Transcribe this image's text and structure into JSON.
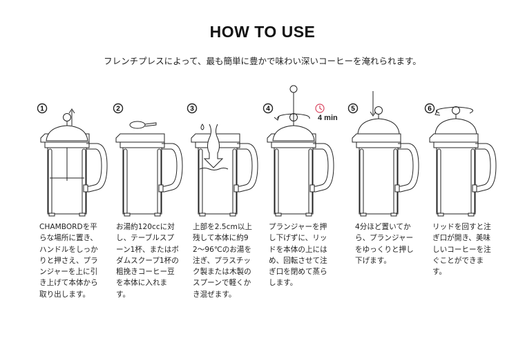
{
  "header": {
    "title": "HOW TO USE",
    "subtitle": "フレンチプレスによって、最も簡単に豊かで味わい深いコーヒーを淹れられます。"
  },
  "accent_color": "#d9455f",
  "steps": [
    {
      "number": "1",
      "icon": "press-plunger-up-icon",
      "text": "CHAMBORDを平らな場所に置き、ハンドルをしっかりと押さえ、プランジャーを上に引き上げて本体から取り出します。"
    },
    {
      "number": "2",
      "icon": "coffee-scoop-icon",
      "text": "お湯約120ccに対し、テーブルスプーン1杯、またはボダムスクープ1杯の粗挽きコーヒー豆を本体に入れます。"
    },
    {
      "number": "3",
      "icon": "pour-water-icon",
      "text": "上部を2.5cm以上残して本体に約92〜96℃のお湯を注ぎ、プラスチック製または木製のスプーンで軽くかき混ぜます。"
    },
    {
      "number": "4",
      "icon": "timer-icon",
      "timer": "4 min",
      "text": "プランジャーを押し下げずに、リッドを本体の上にはめ、回転させて注ぎ口を閉めて蒸らします。"
    },
    {
      "number": "5",
      "icon": "press-down-arrow-icon",
      "text": "4分ほど置いてから、プランジャーをゆっくりと押し下げます。"
    },
    {
      "number": "6",
      "icon": "rotate-lid-icon",
      "text": "リッドを回すと注ぎ口が開き、美味しいコーヒーを注ぐことができます。"
    }
  ]
}
